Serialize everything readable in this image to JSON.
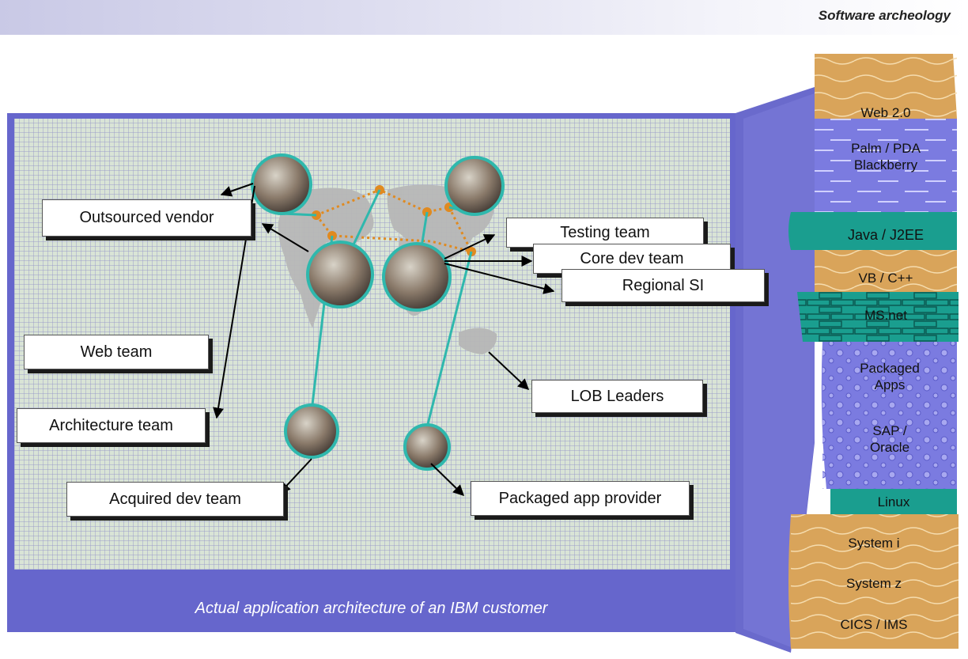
{
  "strata_title": "Software archeology",
  "caption": "Actual application architecture of an IBM customer",
  "teams": {
    "outsourced_vendor": "Outsourced vendor",
    "testing_team": "Testing team",
    "core_dev_team": "Core dev team",
    "regional_si": "Regional SI",
    "web_team": "Web team",
    "lob_leaders": "LOB Leaders",
    "architecture_team": "Architecture team",
    "acquired_dev_team": "Acquired dev team",
    "packaged_app_provider": "Packaged app provider"
  },
  "strata": [
    {
      "label": "Web 2.0",
      "color": "#d9a45a"
    },
    {
      "label": "Palm / PDA\nBlackberry",
      "color": "#7b7be0"
    },
    {
      "label": "Java / J2EE",
      "color": "#1a9e8f"
    },
    {
      "label": "VB / C++",
      "color": "#d9a45a"
    },
    {
      "label": "MS.net",
      "color": "#1a9e8f"
    },
    {
      "label": "Packaged\nApps",
      "color": "#7b7be0"
    },
    {
      "label": "SAP /\nOracle",
      "color": "#7b7be0"
    },
    {
      "label": "Linux",
      "color": "#1a9e8f"
    },
    {
      "label": "System i",
      "color": "#d9a45a"
    },
    {
      "label": "System z",
      "color": "#d9a45a"
    },
    {
      "label": "CICS / IMS",
      "color": "#d9a45a"
    }
  ]
}
